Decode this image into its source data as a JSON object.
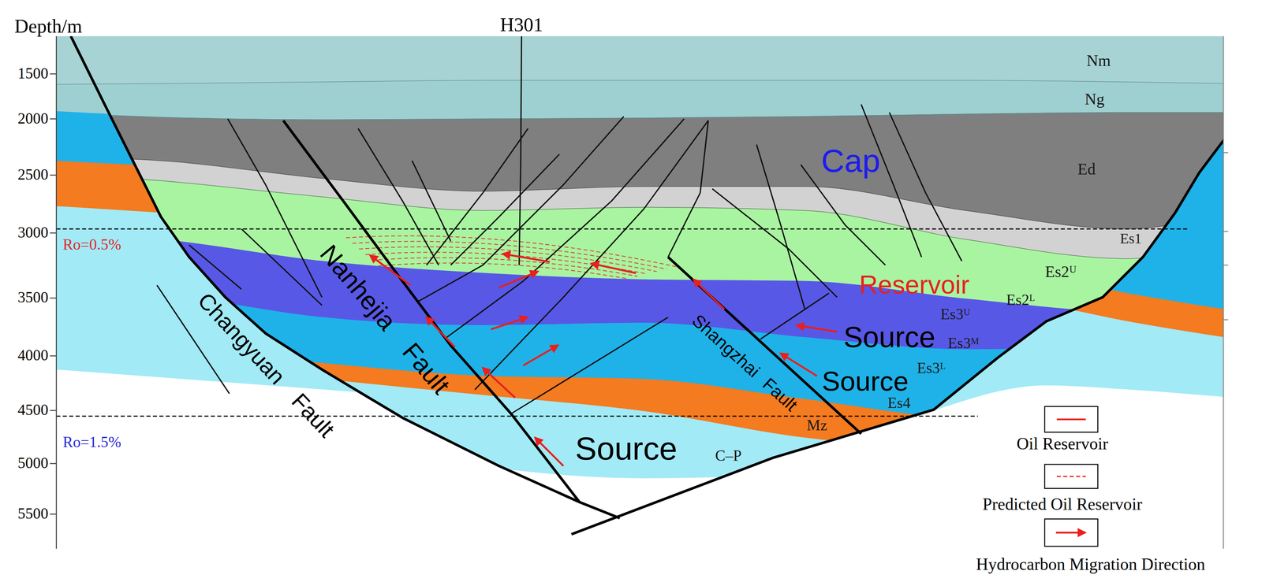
{
  "diagram": {
    "labels": [
      "Depth/m",
      "H301",
      "1500",
      "2000",
      "2500",
      "3000",
      "3500",
      "4000",
      "4500",
      "5000",
      "5500",
      "Nm",
      "Ng",
      "Cap",
      "Ed",
      "Ro=0.5%",
      "Es1",
      "Changyuan Fault",
      "Nanhejia Fault",
      "Es2ᵁ",
      "Reservoir",
      "Es2ᴸ",
      "Es3ᵁ",
      "Source",
      "Es3ᴹ",
      "Shangzhai Fault",
      "Source",
      "Es3ᴸ",
      "Es4",
      "Mz",
      "Source",
      "C–P",
      "Ro=1.5%"
    ],
    "legend": [
      {
        "text": "Oil Reservoir"
      },
      {
        "text": "Predicted Oil Reservoir"
      },
      {
        "text": "Hydrocarbon Migration Direction"
      }
    ]
  }
}
